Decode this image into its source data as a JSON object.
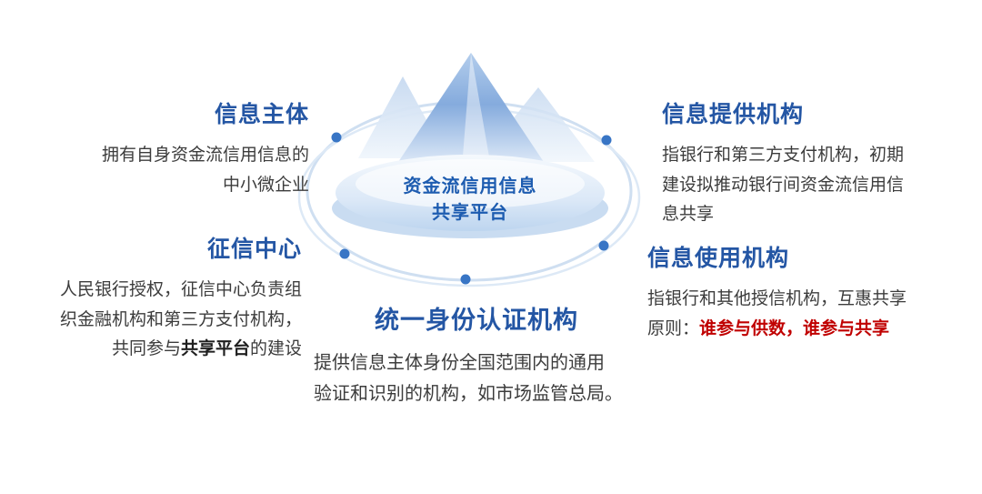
{
  "background": "#ffffff",
  "colors": {
    "heading_blue": "#2456a4",
    "center_label_blue": "#1d5cb0",
    "body_text": "#3c3c3c",
    "highlight_red": "#c00000",
    "orbit_dot": "#3875c5",
    "orbit_ring": "#cfdff1",
    "mountain_blue": "#85abdd",
    "platform_blue": "#bdd5ef"
  },
  "center": {
    "label_line1": "资金流信用信息",
    "label_line2": "共享平台"
  },
  "nodes": {
    "info_subject": {
      "title": "信息主体",
      "body": "拥有自身资金流信用信息的\n中小微企业"
    },
    "credit_center": {
      "title": "征信中心",
      "body_pre": "人民银行授权，征信中心负责组\n织金融机构和第三方支付机构，\n共同参与",
      "body_bold": "共享平台",
      "body_post": "的建设"
    },
    "info_provider": {
      "title": "信息提供机构",
      "body": "指银行和第三方支付机构，初期\n建设拟推动银行间资金流信用信\n息共享"
    },
    "info_user": {
      "title": "信息使用机构",
      "body_pre": "指银行和其他授信机构，互惠共享\n原则：",
      "body_red": "谁参与供数，谁参与共享"
    },
    "identity_authority": {
      "title": "统一身份认证机构",
      "body": "提供信息主体身份全国范围内的通用\n验证和识别的机构，如市场监管总局。"
    }
  }
}
